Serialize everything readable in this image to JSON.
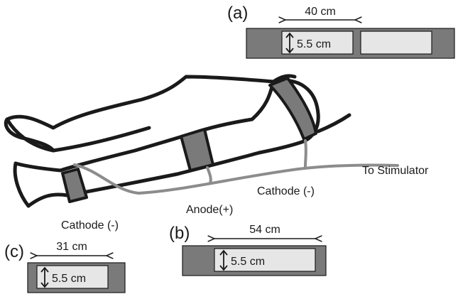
{
  "panels": {
    "a": {
      "letter": "(a)",
      "length": "40 cm",
      "width": "5.5 cm"
    },
    "b": {
      "letter": "(b)",
      "length": "54 cm",
      "width": "5.5 cm"
    },
    "c": {
      "letter": "(c)",
      "length": "31 cm",
      "width": "5.5 cm"
    }
  },
  "labels": {
    "stimulator": "To Stimulator",
    "cathode_thigh": "Cathode (-)",
    "anode": "Anode(+)",
    "cathode_ankle": "Cathode (-)"
  },
  "colors": {
    "electrode_fill": "#7a7a7a",
    "pad_fill": "#e6e6e6",
    "wire": "#8c8c8c",
    "outline": "#1a1a1a"
  }
}
